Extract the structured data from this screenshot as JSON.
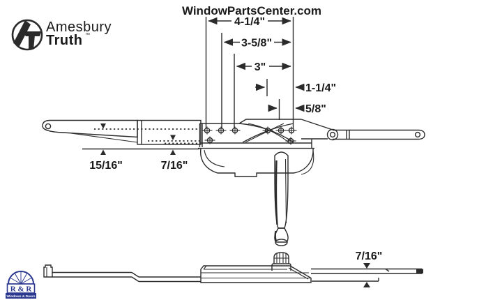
{
  "title": "WindowPartsCenter.com",
  "brand": {
    "line1": "Amesbury",
    "line2": "Truth",
    "tm": "™",
    "monogram": "AT"
  },
  "dims": {
    "d425": "4-1/4\"",
    "d358": "3-5/8\"",
    "d300": "3\"",
    "d114": "1-1/4\"",
    "d058": "5/8\"",
    "d1516": "15/16\"",
    "d0716": "7/16\"",
    "d0716b": "7/16\""
  },
  "rr_logo": {
    "name": "R & R",
    "tagline": "Windows & Doors"
  },
  "diagram": {
    "type": "technical-drawing",
    "subject": "Amesbury Truth casement window dyad operator, side view with crank handle and folded bottom view",
    "views": [
      "operator-side-view-with-dimensions",
      "operator-bottom-profile-view"
    ]
  },
  "colors": {
    "line": "#2b2b2b",
    "logo_blue": "#2b3890",
    "text": "#1a1a1a",
    "background": "#ffffff"
  }
}
